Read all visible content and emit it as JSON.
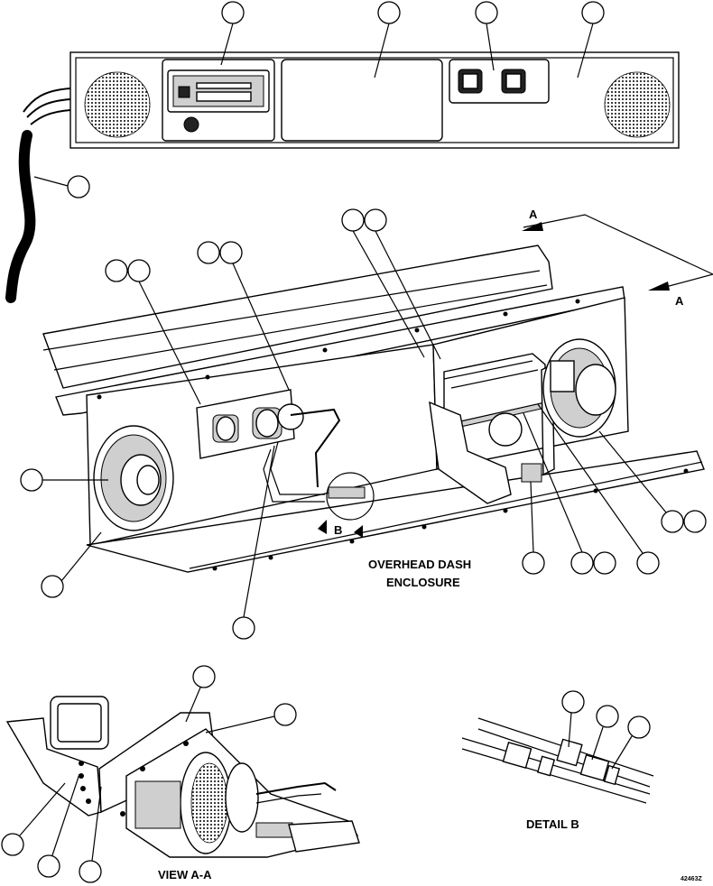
{
  "labels": {
    "section_a_arrow_top": "A",
    "section_a_arrow_bottom": "A",
    "detail_b_marker": "B",
    "overhead_line1": "OVERHEAD DASH",
    "overhead_line2": "ENCLOSURE",
    "view_aa": "VIEW A-A",
    "detail_b": "DETAIL B",
    "drawing_number": "42463Z"
  }
}
